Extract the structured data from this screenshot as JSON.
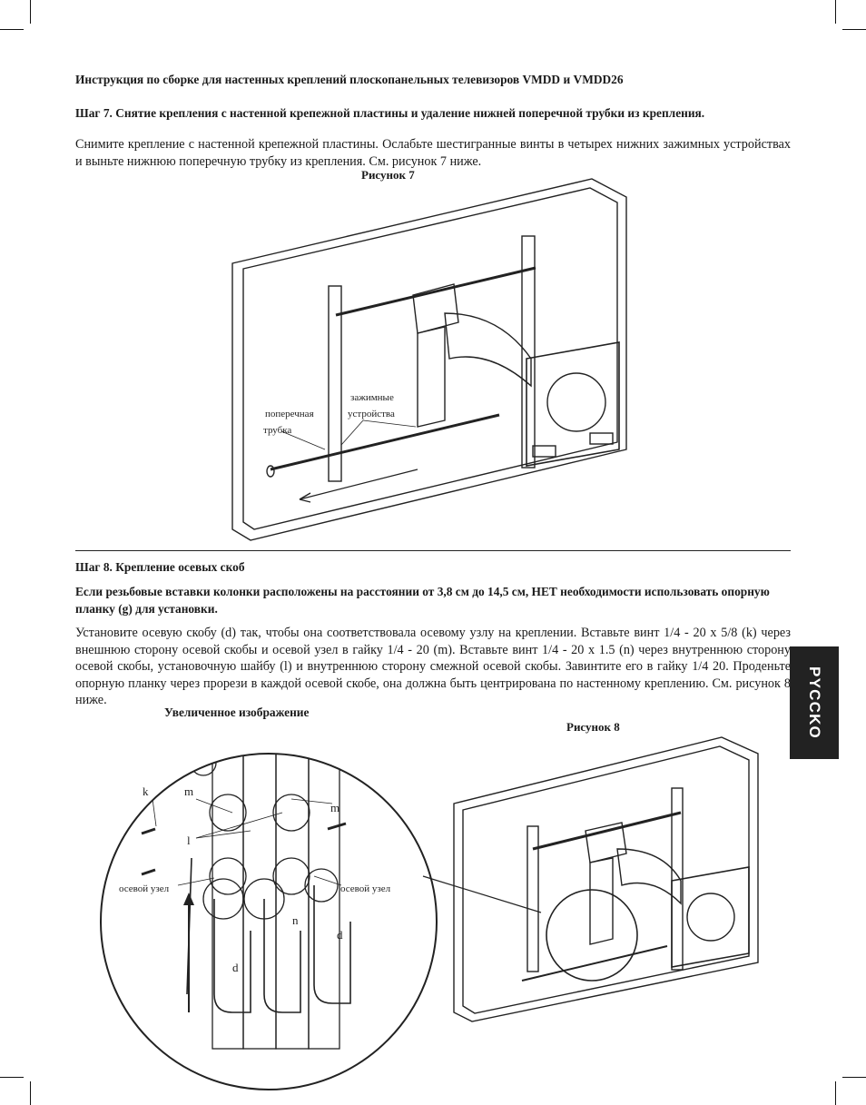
{
  "header": {
    "title": "Инструкция по сборке для настенных креплений плоскопанельных телевизоров VMDD и VMDD26"
  },
  "step7": {
    "heading": "Шаг 7. Снятие крепления с настенной крепежной пластины и удаление нижней поперечной трубки из крепления.",
    "body": "Снимите крепление с настенной крепежной пластины. Ослабьте шестигранные винты в четырех нижних зажимных устройствах и выньте нижнюю поперечную трубку из крепления. См. рисунок 7 ниже.",
    "figure_caption": "Рисунок 7",
    "labels": {
      "crossbar_1": "поперечная",
      "crossbar_2": "трубка",
      "clamps_1": "зажимные",
      "clamps_2": "устройства"
    }
  },
  "step8": {
    "heading": "Шаг 8. Крепление осевых скоб",
    "note": "Если резьбовые вставки колонки расположены на расстоянии от 3,8 см до 14,5 см, НЕТ необходимости использовать опорную планку (g) для установки.",
    "body": "Установите осевую скобу (d) так, чтобы она соответствовала осевому узлу на креплении. Вставьте винт 1/4 - 20 x 5/8 (k) через внешнюю сторону осевой скобы и осевой узел в гайку 1/4 - 20 (m). Вставьте винт 1/4 - 20 x 1.5 (n) через внутреннюю сторону осевой скобы, установочную шайбу (l) и внутреннюю сторону смежной осевой скобы. Завинтите его в гайку 1/4 20. Проденьте опорную планку через прорези в каждой осевой скобе, она должна быть центрирована по настенному креплению. См. рисунок 8 ниже.",
    "enlarged_caption": "Увеличенное изображение",
    "figure_caption": "Рисунок 8",
    "labels": {
      "k": "k",
      "m_left": "m",
      "m_right": "m",
      "l": "l",
      "n": "n",
      "d_left": "d",
      "d_right": "d",
      "pivot_left": "осевой узел",
      "pivot_right": "осевой узел"
    }
  },
  "side_tab": {
    "label": "PYCCKO",
    "color": "#222222"
  }
}
